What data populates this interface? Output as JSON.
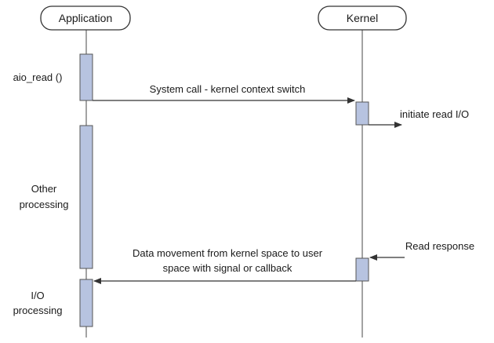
{
  "participants": {
    "application": "Application",
    "kernel": "Kernel"
  },
  "labels": {
    "aio_read": "aio_read ()",
    "syscall": "System call - kernel context switch",
    "initiate": "initiate read I/O",
    "other_line1": "Other",
    "other_line2": "processing",
    "read_response": "Read response",
    "data_line1": "Data movement from kernel space to user",
    "data_line2": "space with signal or callback",
    "io_line1": "I/O",
    "io_line2": "processing"
  },
  "colors": {
    "activation_fill": "#b7c3e0",
    "line": "#555555",
    "participant_border": "#333333"
  }
}
